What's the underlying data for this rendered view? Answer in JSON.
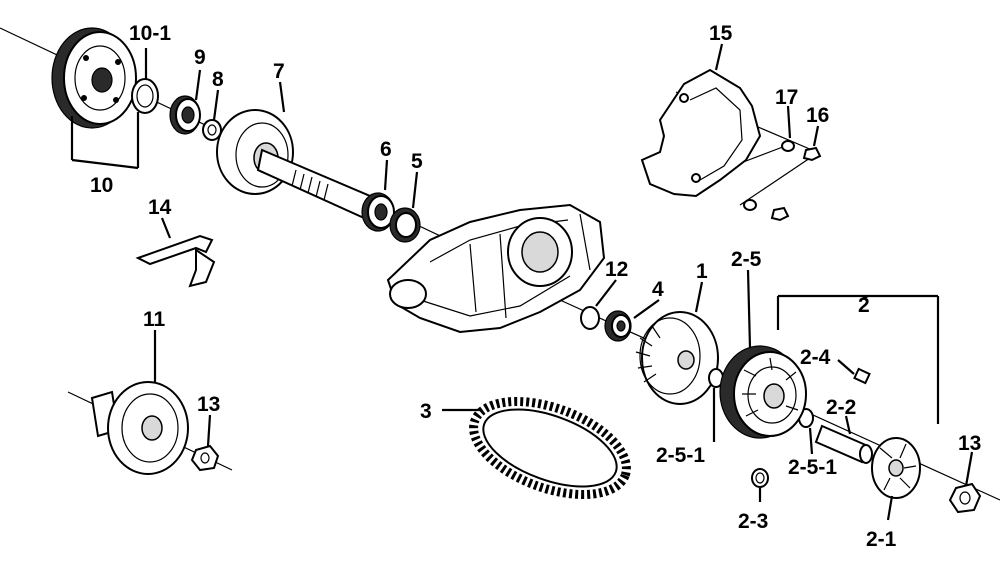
{
  "labels": {
    "p1": "1",
    "p2": "2",
    "p2_1": "2-1",
    "p2_2": "2-2",
    "p2_3": "2-3",
    "p2_4": "2-4",
    "p2_5": "2-5",
    "p2_5_1a": "2-5-1",
    "p2_5_1b": "2-5-1",
    "p3": "3",
    "p4": "4",
    "p5": "5",
    "p6": "6",
    "p7": "7",
    "p8": "8",
    "p9": "9",
    "p10": "10",
    "p10_1": "10-1",
    "p11": "11",
    "p12": "12",
    "p13a": "13",
    "p13b": "13",
    "p14": "14",
    "p15": "15",
    "p16": "16",
    "p17": "17"
  }
}
